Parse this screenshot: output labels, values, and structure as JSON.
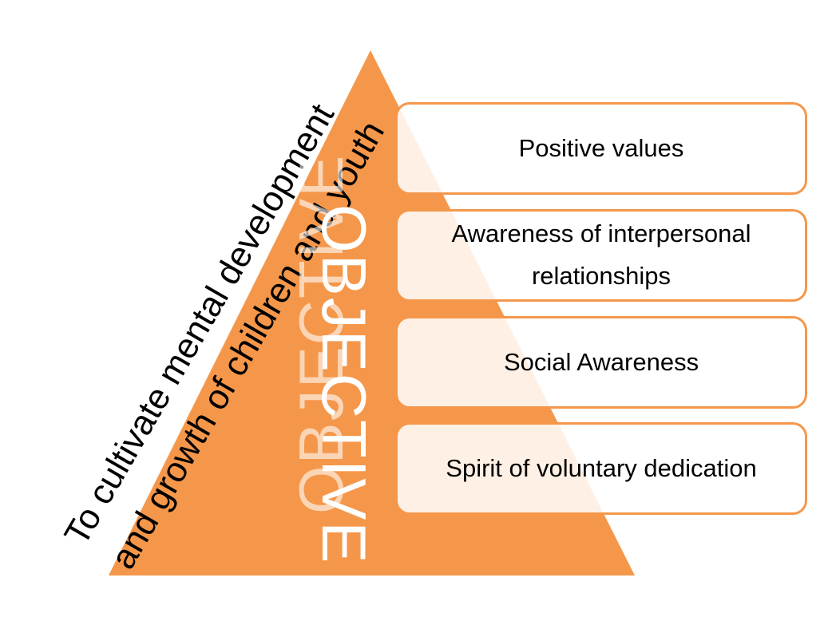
{
  "colors": {
    "pyramid": "#f5974a",
    "box_border": "#f5974a",
    "box_fill": "#ffffff"
  },
  "side_text": {
    "line1": "To cultivate mental development",
    "line2": "and growth of children and youth"
  },
  "center_label": "OBJECTIVE",
  "boxes": [
    {
      "label": "Positive values"
    },
    {
      "label": "Awareness of interpersonal relationships"
    },
    {
      "label": "Social Awareness"
    },
    {
      "label": "Spirit of voluntary dedication"
    }
  ]
}
